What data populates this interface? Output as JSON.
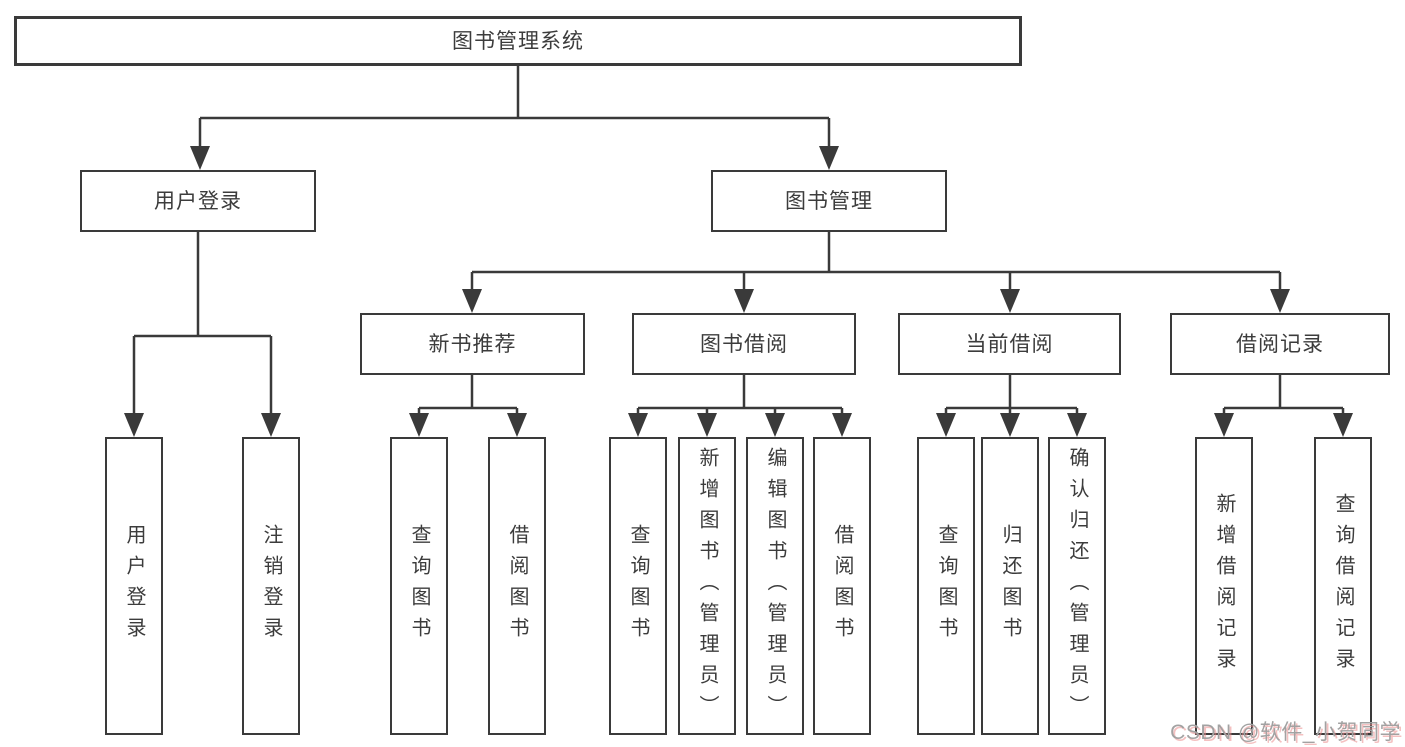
{
  "title": "图书管理系统",
  "watermark": "CSDN @软件_小贺同学",
  "colors": {
    "line": "#3a3a3a",
    "text": "#3c3c3c",
    "background": "#ffffff",
    "watermark_gray": "#a2a2a2",
    "watermark_shadow": "#eb8c8c"
  },
  "nodes": {
    "root": {
      "label": "图书管理系统"
    },
    "user_login": {
      "label": "用户登录"
    },
    "book_mgmt": {
      "label": "图书管理"
    },
    "new_books": {
      "label": "新书推荐"
    },
    "book_borrow": {
      "label": "图书借阅"
    },
    "current_borrow": {
      "label": "当前借阅"
    },
    "borrow_records": {
      "label": "借阅记录"
    },
    "leaf_user_login": {
      "label": "用户登录"
    },
    "leaf_logout": {
      "label": "注销登录"
    },
    "leaf_nb_query": {
      "label": "查询图书"
    },
    "leaf_nb_borrow": {
      "label": "借阅图书"
    },
    "leaf_bb_query": {
      "label": "查询图书"
    },
    "leaf_bb_add": {
      "label": "新增图书（管理员）"
    },
    "leaf_bb_edit": {
      "label": "编辑图书（管理员）"
    },
    "leaf_bb_borrow": {
      "label": "借阅图书"
    },
    "leaf_cb_query": {
      "label": "查询图书"
    },
    "leaf_cb_return": {
      "label": "归还图书"
    },
    "leaf_cb_confirm": {
      "label": "确认归还（管理员）"
    },
    "leaf_br_add": {
      "label": "新增借阅记录"
    },
    "leaf_br_query": {
      "label": "查询借阅记录"
    }
  }
}
